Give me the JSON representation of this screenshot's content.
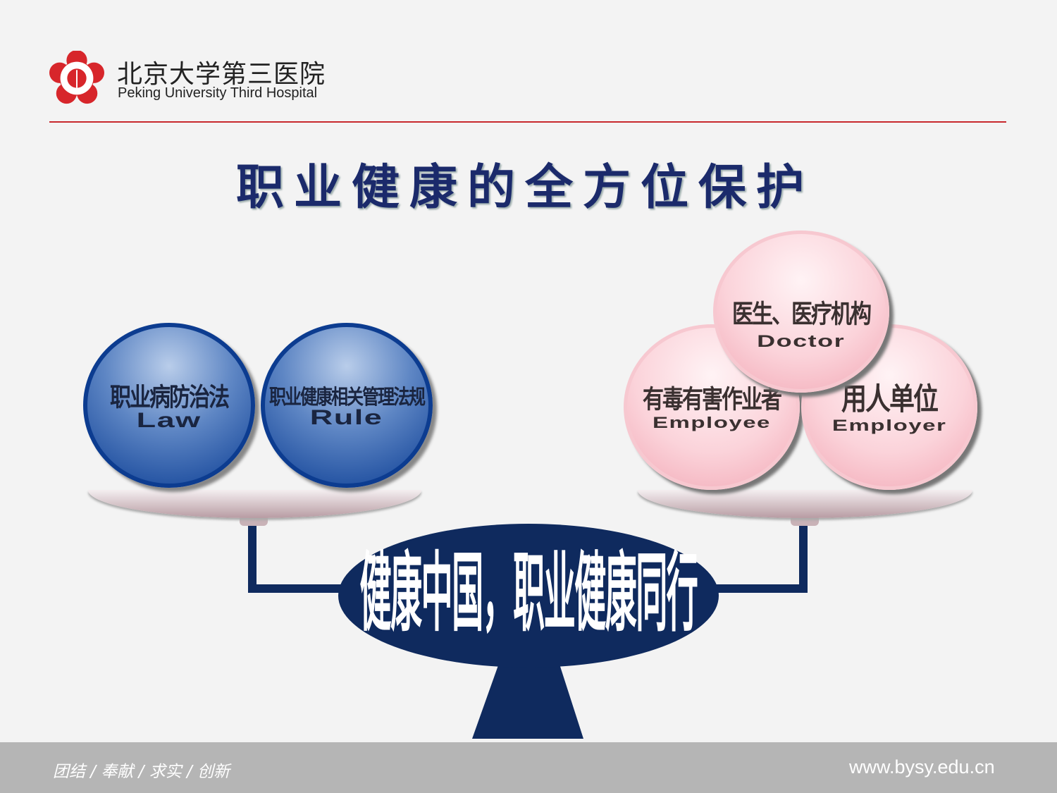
{
  "header": {
    "hospital_cn": "北京大学第三医院",
    "hospital_en": "Peking University Third Hospital",
    "logo_icon": "hospital-seal-logo",
    "accent": "#c8282d"
  },
  "title": "职业健康的全方位保护",
  "left_group": [
    {
      "cn": "职业病防治法",
      "en": "Law"
    },
    {
      "cn": "职业健康相关管理法规",
      "en": "Rule"
    }
  ],
  "right_group": [
    {
      "cn": "医生、医疗机构",
      "en": "Doctor"
    },
    {
      "cn": "有毒有害作业者",
      "en": "Employee"
    },
    {
      "cn": "用人单位",
      "en": "Employer"
    }
  ],
  "center_slogan": "健康中国，职业健康同行",
  "footer": {
    "motto": "团结 / 奉献 / 求实 / 创新",
    "url": "www.bysy.edu.cn"
  },
  "colors": {
    "navy": "#0f2a5e",
    "blue": "#0c3c90",
    "pink": "#f7c8d0"
  }
}
